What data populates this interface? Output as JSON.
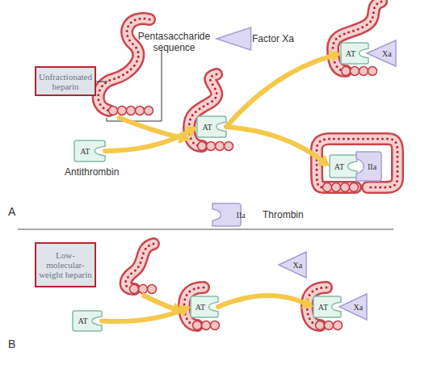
{
  "diagram": {
    "nodes": [
      {
        "text": [
          "Unfractionated heparin"
        ]
      },
      {
        "text": [
          "AT"
        ]
      },
      {
        "text": [
          "AT"
        ]
      },
      {
        "text": [
          "Factor Xa"
        ]
      },
      {
        "text": [
          "AT"
        ]
      },
      {
        "text": [
          "Xa"
        ]
      },
      {
        "text": [
          "IIa",
          "Thrombin"
        ]
      },
      {
        "text": [
          "AT"
        ]
      },
      {
        "text": [
          "IIa"
        ]
      },
      {
        "text": [
          "Low-molecular-weight heparin"
        ]
      },
      {
        "text": [
          "AT"
        ]
      },
      {
        "text": [
          "AT"
        ]
      },
      {
        "text": [
          "Xa"
        ]
      },
      {
        "text": [
          "AT"
        ]
      },
      {
        "text": [
          "Xa"
        ]
      }
    ],
    "edges": [
      {
        "from": 1,
        "to": 2,
        "arrow": "to"
      },
      {
        "from": 2,
        "to": 4,
        "arrow": "to"
      },
      {
        "from": 2,
        "to": 7,
        "arrow": "to"
      },
      {
        "from": 10,
        "to": 11,
        "arrow": "to"
      },
      {
        "from": 11,
        "to": 13,
        "arrow": "to"
      }
    ],
    "labels": [
      "Pentasaccharide sequence",
      "Antithrombin",
      "A",
      "B"
    ]
  }
}
